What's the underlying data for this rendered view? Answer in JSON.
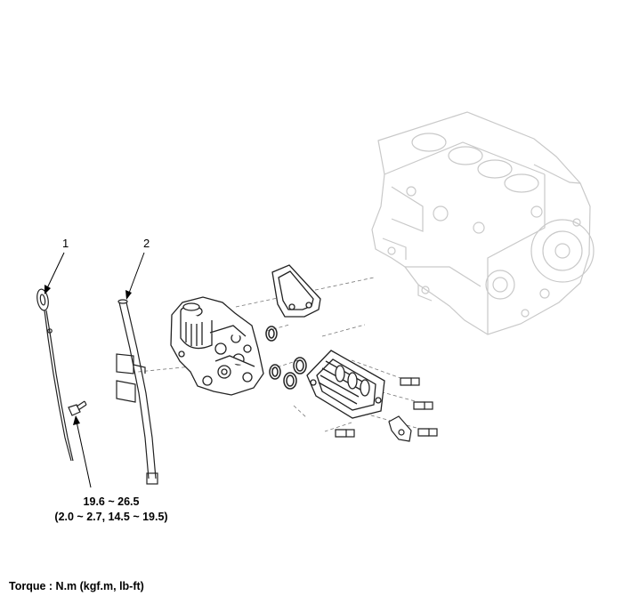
{
  "callouts": [
    {
      "id": "1",
      "text": "1"
    },
    {
      "id": "2",
      "text": "2"
    }
  ],
  "torque_spec": {
    "primary": "19.6 ~ 26.5",
    "secondary": "(2.0 ~ 2.7, 14.5 ~ 19.5)"
  },
  "footer": {
    "torque_unit_note": "Torque : N.m (kgf.m, lb-ft)"
  }
}
